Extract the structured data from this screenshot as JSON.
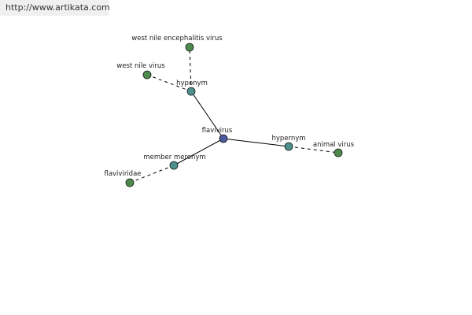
{
  "watermark": "http://www.artikata.com",
  "colors": {
    "center": "#4a5a9c",
    "relation": "#4d8f8c",
    "term": "#4d8a4d"
  },
  "nodes": [
    {
      "id": "flavivirus",
      "label": "flavivirus",
      "kind": "center"
    },
    {
      "id": "hyponym",
      "label": "hyponym",
      "kind": "relation"
    },
    {
      "id": "hypernym",
      "label": "hypernym",
      "kind": "relation"
    },
    {
      "id": "member-meronym",
      "label": "member meronym",
      "kind": "relation"
    },
    {
      "id": "west-nile-encephalitis-virus",
      "label": "west nile encephalitis virus",
      "kind": "term"
    },
    {
      "id": "west-nile-virus",
      "label": "west nile virus",
      "kind": "term"
    },
    {
      "id": "animal-virus",
      "label": "animal virus",
      "kind": "term"
    },
    {
      "id": "flaviviridae",
      "label": "flaviviridae",
      "kind": "term"
    }
  ],
  "edges": [
    {
      "from": "flavivirus",
      "to": "hyponym",
      "style": "solid"
    },
    {
      "from": "flavivirus",
      "to": "hypernym",
      "style": "solid"
    },
    {
      "from": "flavivirus",
      "to": "member-meronym",
      "style": "solid"
    },
    {
      "from": "hyponym",
      "to": "west-nile-encephalitis-virus",
      "style": "dashed"
    },
    {
      "from": "hyponym",
      "to": "west-nile-virus",
      "style": "dashed"
    },
    {
      "from": "hypernym",
      "to": "animal-virus",
      "style": "dashed"
    },
    {
      "from": "member-meronym",
      "to": "flaviviridae",
      "style": "dashed"
    }
  ]
}
